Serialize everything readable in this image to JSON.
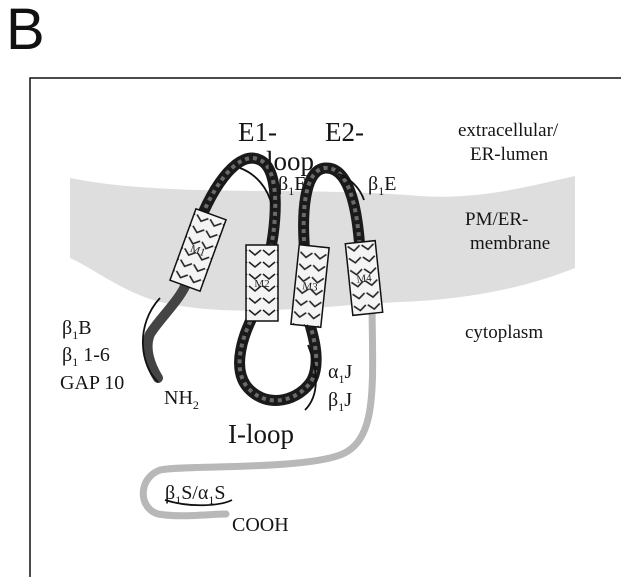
{
  "panel_label": "B",
  "regions": {
    "extracellular_line1": "extracellular/",
    "extracellular_line2": "ER-lumen",
    "membrane_line1": "PM/ER-",
    "membrane_line2": "membrane",
    "cytoplasm": "cytoplasm"
  },
  "loops": {
    "e1": "E1-",
    "e2": "E2-",
    "e_loop": "loop",
    "i_loop": "I-loop"
  },
  "helices": [
    "M1",
    "M2",
    "M3",
    "M4"
  ],
  "binding_sites": {
    "b1e_left": {
      "base": "β",
      "sub": "1",
      "rest": "E"
    },
    "b1e_right": {
      "base": "β",
      "sub": "1",
      "rest": "E"
    },
    "b1b": {
      "base": "β",
      "sub": "1",
      "rest": "B"
    },
    "b1_1_6": {
      "base": "β",
      "sub": "1",
      "rest": " 1-6"
    },
    "gap10": "GAP 10",
    "a1j": {
      "base": "α",
      "sub": "1",
      "rest": "J"
    },
    "b1j": {
      "base": "β",
      "sub": "1",
      "rest": "J"
    },
    "b1s": {
      "base": "β",
      "sub": "1",
      "mid": "S/α",
      "sub2": "1",
      "rest": "S"
    }
  },
  "termini": {
    "n": "NH",
    "n_sub": "2",
    "c": "COOH"
  },
  "colors": {
    "membrane": "#dedede",
    "loop_outer": "#1a1a1a",
    "loop_inner": "#6a6a6a",
    "n_tail": "#444444",
    "c_tail": "#b8b8b8"
  }
}
